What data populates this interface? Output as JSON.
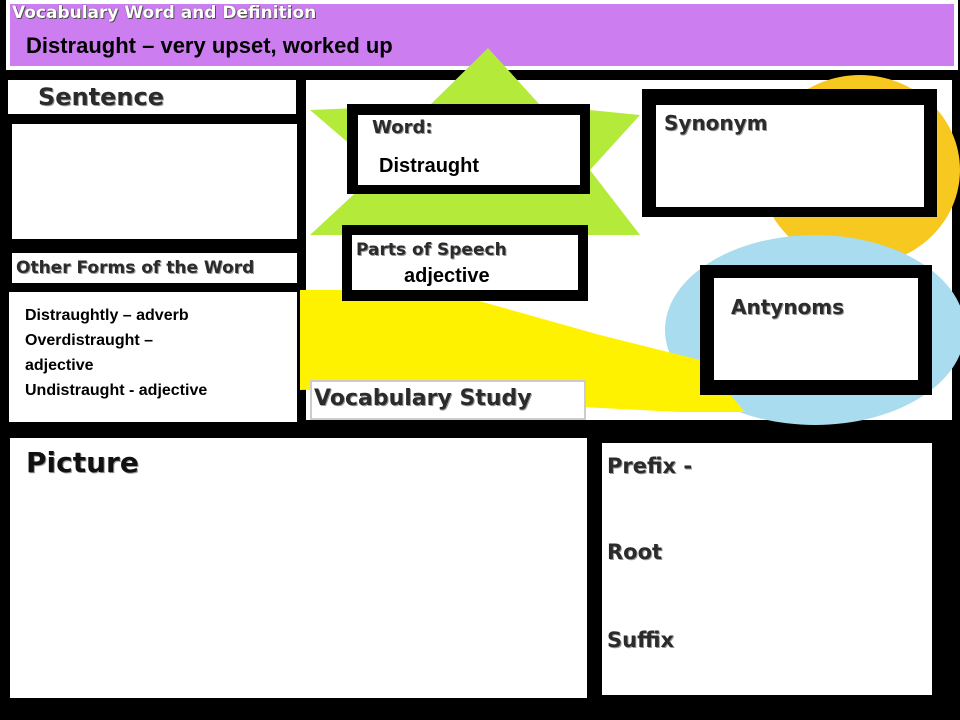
{
  "header": {
    "label": "Vocabulary Word and Definition",
    "definition": "Distraught – very upset, worked up"
  },
  "sections": {
    "sentence": "Sentence",
    "other_forms": "Other Forms of the Word",
    "other_forms_lines": [
      "Distraughtly – adverb",
      "Overdistraught –",
      "adjective",
      "Undistraught - adjective"
    ],
    "word_label": "Word:",
    "word_value": "Distraught",
    "synonym": "Synonym",
    "parts_label": "Parts of Speech",
    "parts_value": "adjective",
    "antonyms": "Antynoms",
    "study": "Vocabulary Study",
    "picture": "Picture",
    "prefix": "Prefix -",
    "root": "Root",
    "suffix": "Suffix"
  },
  "colors": {
    "header_bg": "#cc7df0",
    "star_green": "#b4ea3a",
    "sun_yellow": "#f7c820",
    "bolt_yellow": "#fff200",
    "cloud_blue": "#a8dcee"
  }
}
